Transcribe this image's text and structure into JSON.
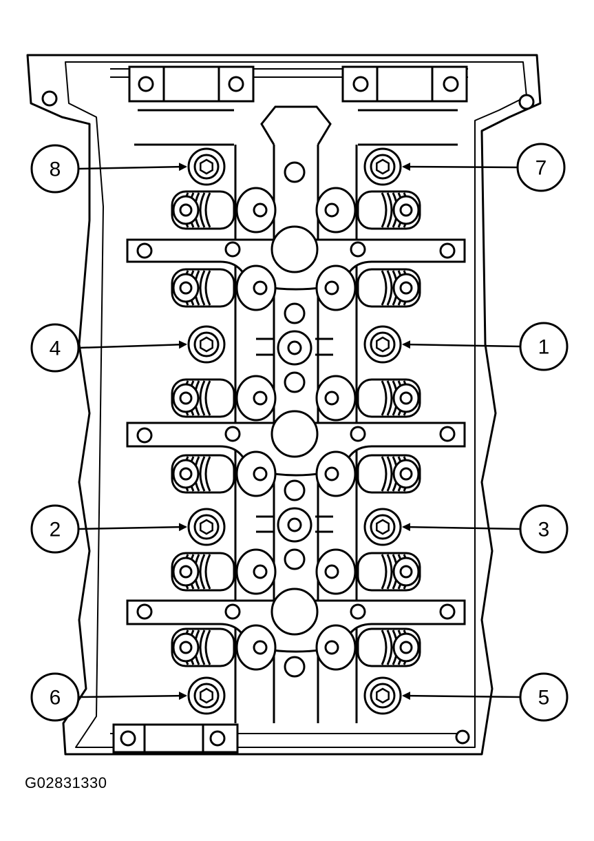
{
  "figure_id": "G02831330",
  "callouts": [
    {
      "number": "8",
      "side": "left"
    },
    {
      "number": "7",
      "side": "right"
    },
    {
      "number": "4",
      "side": "left"
    },
    {
      "number": "1",
      "side": "right"
    },
    {
      "number": "2",
      "side": "left"
    },
    {
      "number": "3",
      "side": "right"
    },
    {
      "number": "6",
      "side": "left"
    },
    {
      "number": "5",
      "side": "right"
    }
  ]
}
